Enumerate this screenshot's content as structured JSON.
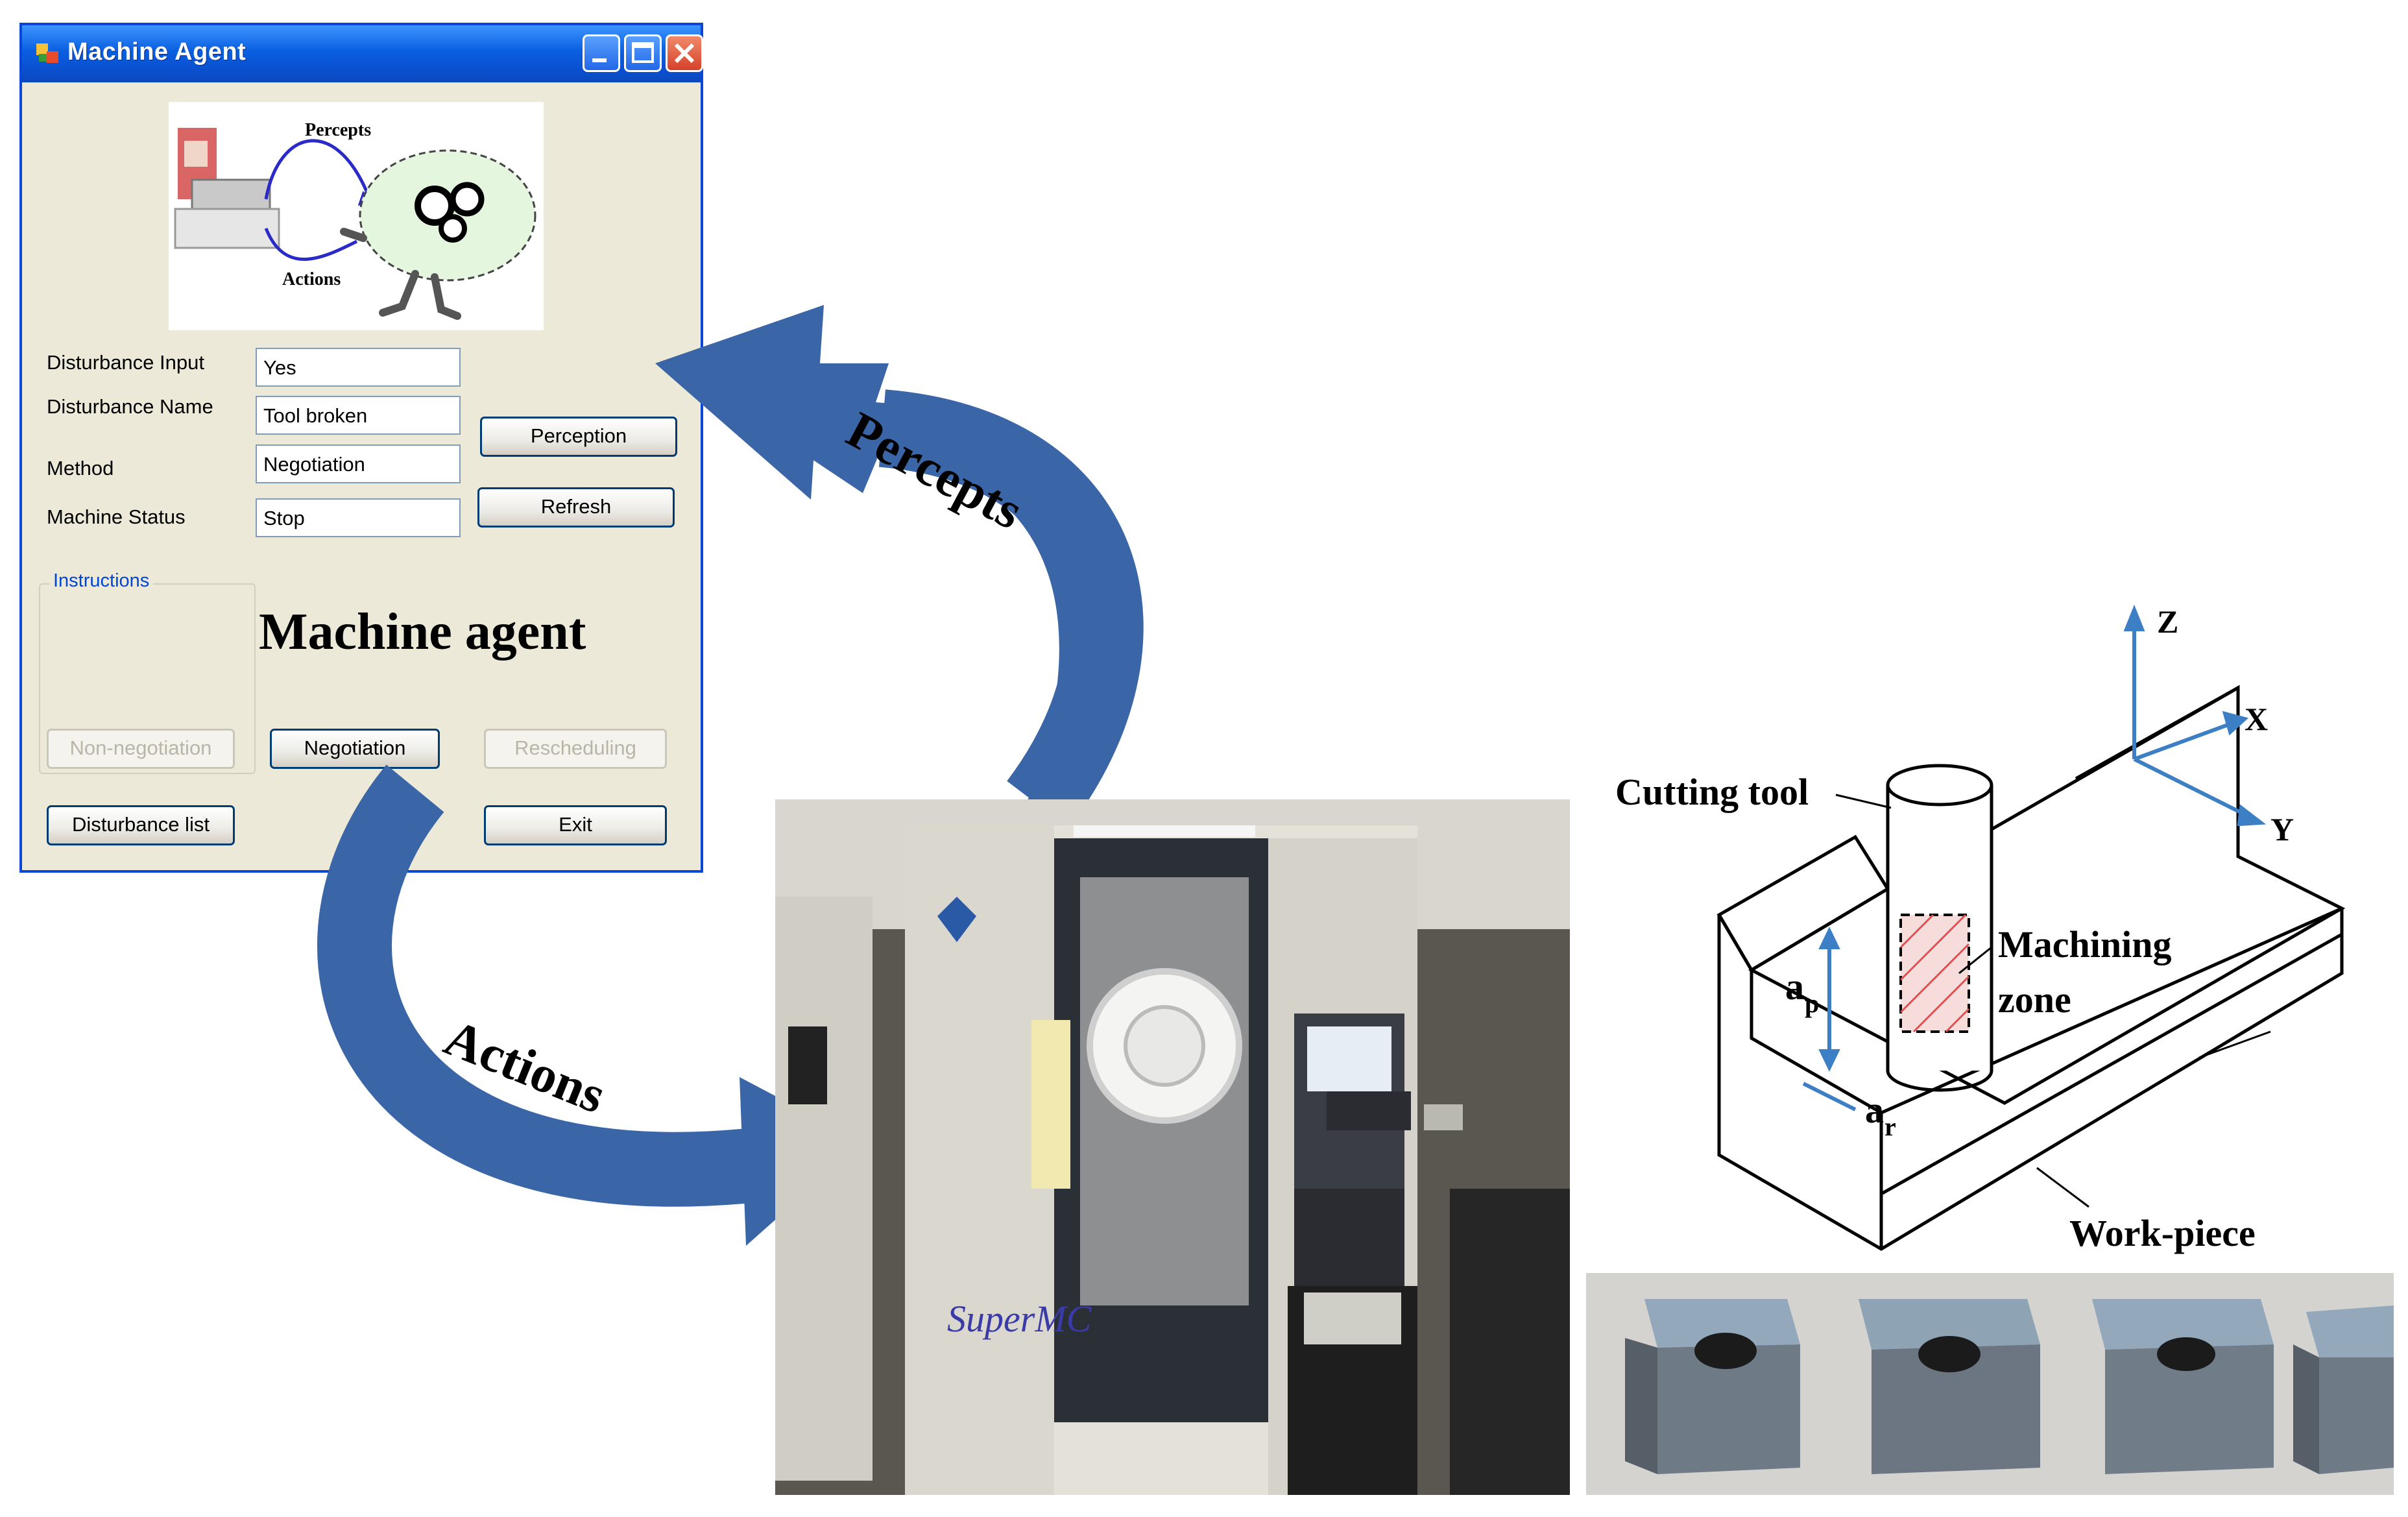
{
  "window": {
    "title": "Machine Agent",
    "picture": {
      "percepts_label": "Percepts",
      "actions_label": "Actions"
    },
    "fields": [
      {
        "label": "Disturbance Input",
        "value": "Yes"
      },
      {
        "label": "Disturbance Name",
        "value": "Tool broken"
      },
      {
        "label": "Method",
        "value": "Negotiation"
      },
      {
        "label": "Machine Status",
        "value": "Stop"
      }
    ],
    "buttons": {
      "perception": "Perception",
      "refresh": "Refresh",
      "non_negotiation": "Non-negotiation",
      "negotiation": "Negotiation",
      "rescheduling": "Rescheduling",
      "disturbance_list": "Disturbance list",
      "exit": "Exit"
    },
    "group_label": "Instructions",
    "overlay_title": "Machine agent"
  },
  "arrows": {
    "percepts": "Percepts",
    "actions": "Actions"
  },
  "machine_photo": {
    "brand": "SuperMC"
  },
  "diagram": {
    "axes": {
      "z": "Z",
      "x": "X",
      "y": "Y"
    },
    "cutting_tool": "Cutting tool",
    "machining_zone_line1": "Machining",
    "machining_zone_line2": "zone",
    "ap_main": "a",
    "ap_sub": "p",
    "ar_main": "a",
    "ar_sub": "r",
    "workpiece": "Work-piece"
  },
  "colors": {
    "arrow_blue": "#3a66a8",
    "title_blue": "#0a5fe0",
    "axis_blue": "#3d7fc4"
  }
}
